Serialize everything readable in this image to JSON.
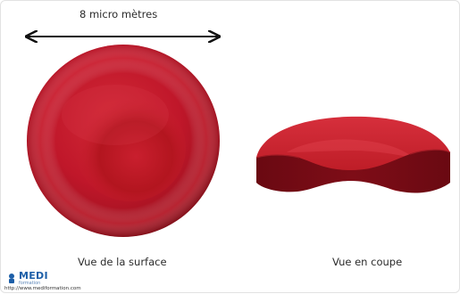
{
  "diagram": {
    "measure_label": "8 micro mètres",
    "surface_caption": "Vue de la surface",
    "section_caption": "Vue en coupe"
  },
  "logo": {
    "name": "MEDI",
    "subtitle": "formation",
    "url": "http://www.mediformation.com"
  },
  "colors": {
    "cell_red": "#c3182a",
    "cell_dark": "#7e0d17",
    "cell_light": "#d9303d",
    "arrow": "#111111",
    "logo_blue": "#1d5fa8"
  }
}
